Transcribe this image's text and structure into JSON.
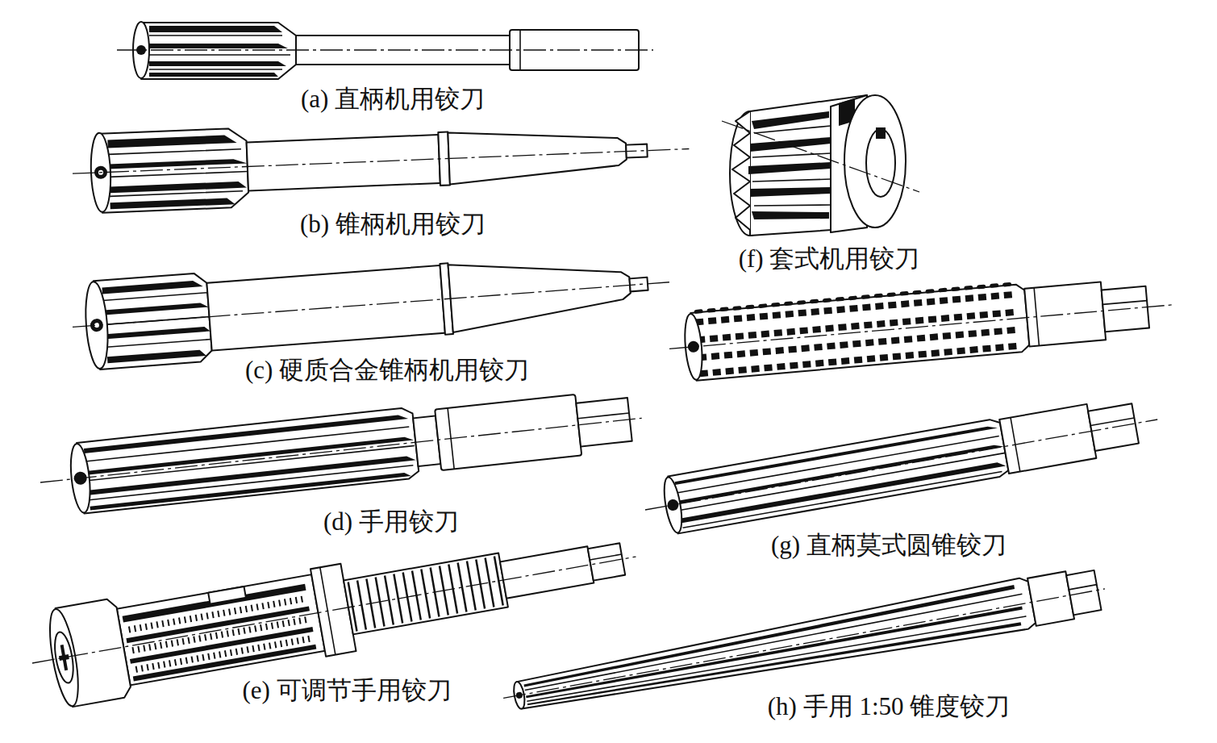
{
  "diagram": {
    "labels": [
      "(a) 直柄机用铰刀",
      "(b) 锥柄机用铰刀",
      "(f) 套式机用铰刀",
      "(c) 硬质合金锥柄机用铰刀",
      "(d) 手用铰刀",
      "(g) 直柄莫式圆锥铰刀",
      "(e) 可调节手用铰刀",
      "(h) 手用 1:50 锥度铰刀"
    ]
  }
}
